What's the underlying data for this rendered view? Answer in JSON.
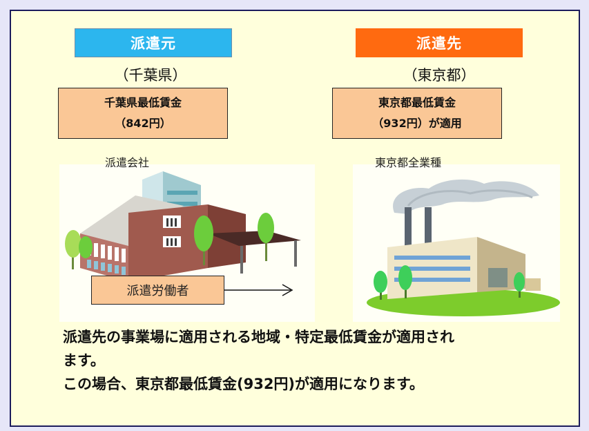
{
  "origin": {
    "tag": "派遣元",
    "region": "（千葉県）",
    "wage_line1": "千葉県最低賃金",
    "wage_line2": "（842円）",
    "caption": "派遣会社",
    "color": "#2cb6ee"
  },
  "destination": {
    "tag": "派遣先",
    "region": "（東京都）",
    "wage_line1": "東京都最低賃金",
    "wage_line2": "（932円）が適用",
    "caption": "東京都全業種",
    "color": "#ff6a10"
  },
  "worker_label": "派遣労働者",
  "explanation": {
    "line1": "派遣先の事業場に適用される地域・特定最低賃金が適用され",
    "line2": "ます。",
    "line3": "この場合、東京都最低賃金(932円)が適用になります。"
  },
  "icons": {
    "origin_illustration": "office-building-icon",
    "destination_illustration": "factory-icon",
    "arrow": "right-arrow-icon"
  }
}
